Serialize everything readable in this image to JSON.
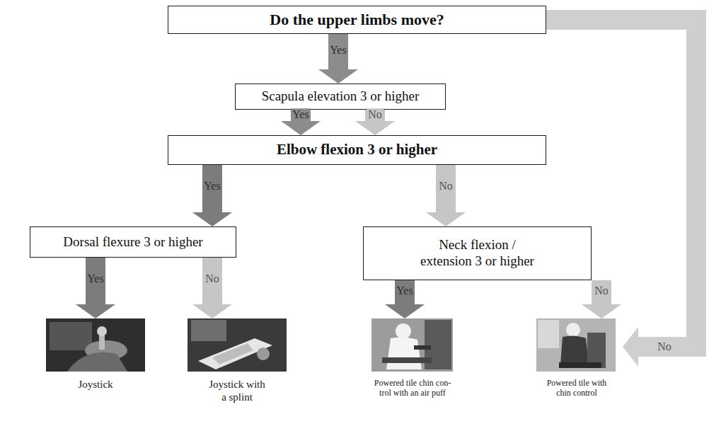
{
  "diagram": {
    "nodes": [
      {
        "text": [
          "Do the upper limbs move?"
        ]
      },
      {
        "text": [
          "Scapula elevation 3 or higher"
        ]
      },
      {
        "text": [
          "Elbow flexion 3 or higher"
        ]
      },
      {
        "text": [
          "Dorsal flexure 3 or higher"
        ]
      },
      {
        "text": [
          "Neck flexion / extension 3 or higher"
        ]
      },
      {
        "text": [
          "Joystick"
        ]
      },
      {
        "text": [
          "Joystick with a splint"
        ]
      },
      {
        "text": [
          "Powered tile chin con- trol with an air puff"
        ]
      },
      {
        "text": [
          "Powered tile with chin control"
        ]
      }
    ],
    "edges": [
      {
        "from": 0,
        "to": 1,
        "label": "Yes",
        "arrow": "to"
      },
      {
        "from": 1,
        "to": 2,
        "label": "Yes",
        "arrow": "to"
      },
      {
        "from": 1,
        "to": 2,
        "label": "No",
        "arrow": "to"
      },
      {
        "from": 2,
        "to": 3,
        "label": "Yes",
        "arrow": "to"
      },
      {
        "from": 2,
        "to": 4,
        "label": "No",
        "arrow": "to"
      },
      {
        "from": 3,
        "to": 5,
        "label": "Yes",
        "arrow": "to"
      },
      {
        "from": 3,
        "to": 6,
        "label": "No",
        "arrow": "to"
      },
      {
        "from": 4,
        "to": 7,
        "label": "Yes",
        "arrow": "to"
      },
      {
        "from": 4,
        "to": 8,
        "label": "No",
        "arrow": "to"
      },
      {
        "from": 0,
        "to": 8,
        "label": "No",
        "arrow": "to"
      }
    ]
  }
}
